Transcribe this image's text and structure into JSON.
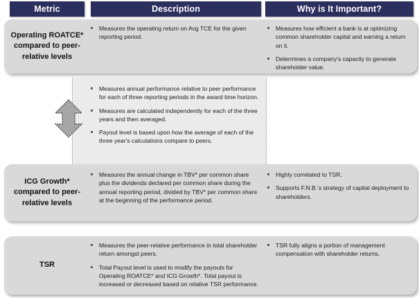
{
  "header": {
    "columns": [
      {
        "label": "Metric"
      },
      {
        "label": "Description"
      },
      {
        "label": "Why is It Important?"
      }
    ]
  },
  "rows": [
    {
      "id": "operating-roatce",
      "metric": "Operating ROATCE* compared to peer-relative levels",
      "description": [
        "Measures the operating return on Avg TCE for the given reporting period."
      ],
      "importance": [
        "Measures how efficient a bank is at optimizing common shareholder capital and earning a return on it.",
        "Determines a company's capacity to generate shareholder value."
      ]
    },
    {
      "id": "shared-middle",
      "metric": "",
      "description": [
        "Measures annual performance relative to peer performance for each of three reporting periods in the award time horizon.",
        "Measures are calculated independently for each of the three years and then averaged.",
        "Payout level is based upon how the average of each of the three year's calculations compare to peers."
      ],
      "importance": []
    },
    {
      "id": "icg-growth",
      "metric": "ICG Growth* compared to peer-relative levels",
      "description": [
        "Measures the annual change in TBV* per common share plus the dividends declared per common share during the annual reporting period, divided by TBV* per common share at the beginning of the performance period."
      ],
      "importance": [
        "Highly correlated to TSR.",
        "Supports F.N.B.'s strategy of capital deployment to shareholders."
      ]
    },
    {
      "id": "tsr",
      "metric": "TSR",
      "description": [
        "Measures the peer-relative performance in total shareholder return amongst peers.",
        "Total Payout level is used to modify the payouts for Operating ROATCE* and ICG Growth*.  Total payout is increased or decreased based on relative TSR performance."
      ],
      "importance": [
        "TSR fully aligns a portion of management compensation with shareholder returns."
      ]
    }
  ],
  "connector": {
    "icon": "double-headed-vertical-arrow"
  },
  "colors": {
    "header_background": "#2b2f5e",
    "header_text": "#ffffff",
    "panel_background": "#d9d9d9",
    "middle_background": "#ebebeb",
    "arrow_fill": "#a6a6a6",
    "arrow_stroke": "#4d4d4d",
    "bullet": "#5a5a5a",
    "body_text": "#1b1b1b"
  }
}
